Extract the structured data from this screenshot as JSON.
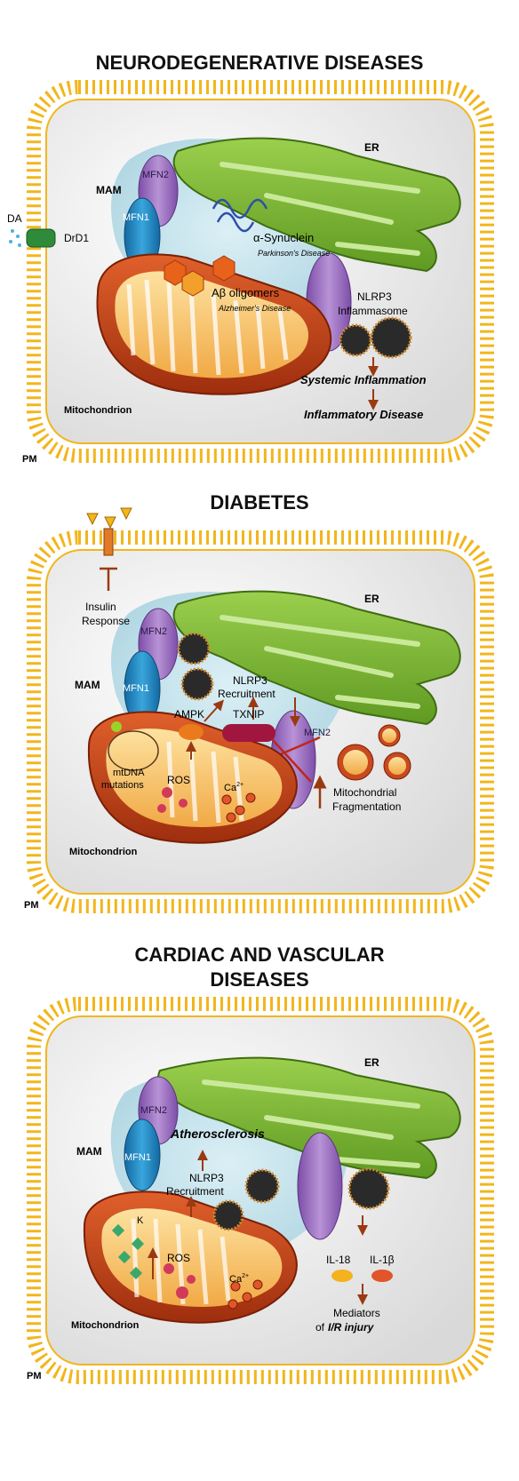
{
  "colors": {
    "membrane": "#f2b61c",
    "er": "#7fb53a",
    "mito": "#c84a1e",
    "mito_inner": "#f6c46b",
    "mfn_blue": "#1f8ac4",
    "mfn_purple": "#9b6cc0",
    "arrow": "#9a3a12",
    "cytoplasm": "#bde0ea"
  },
  "panels": [
    {
      "title": "NEURODEGENERATIVE DISEASES",
      "labels": {
        "er": "ER",
        "mam": "MAM",
        "mfn2": "MFN2",
        "mfn1": "MFN1",
        "da": "DA",
        "drd1": "DrD1",
        "synuclein": "α-Synuclein",
        "parkinsons": "Parkinson's Disease",
        "abeta": "Aβ oligomers",
        "alzheimers": "Alzheimer's Disease",
        "nlrp3": "NLRP3",
        "inflammasome": "Inflammasome",
        "systemic": "Systemic Inflammation",
        "inflammatory": "Inflammatory Disease",
        "mitochondrion": "Mitochondrion",
        "pm": "PM"
      }
    },
    {
      "title": "DIABETES",
      "labels": {
        "er": "ER",
        "mam": "MAM",
        "mfn2": "MFN2",
        "mfn1": "MFN1",
        "mfn2b": "MFN2",
        "insulin": "Insulin",
        "response": "Response",
        "nlrp3": "NLRP3",
        "recruitment": "Recruitment",
        "ampk": "AMPK",
        "txnip": "TXNIP",
        "mtdna": "mtDNA",
        "mutations": "mutations",
        "ros": "ROS",
        "ca": "Ca",
        "mitochondrial": "Mitochondrial",
        "fragmentation": "Fragmentation",
        "mitochondrion": "Mitochondrion",
        "pm": "PM"
      }
    },
    {
      "title_line1": "CARDIAC AND VASCULAR",
      "title_line2": "DISEASES",
      "labels": {
        "er": "ER",
        "mam": "MAM",
        "mfn2": "MFN2",
        "mfn1": "MFN1",
        "atherosclerosis": "Atherosclerosis",
        "nlrp3": "NLRP3",
        "recruitment": "Recruitment",
        "k": "K",
        "ros": "ROS",
        "ca": "Ca",
        "il18": "IL-18",
        "il1b": "IL-1β",
        "mediators": "Mediators",
        "ir_of": "of",
        "ir_injury": "I/R injury",
        "mitochondrion": "Mitochondrion",
        "pm": "PM"
      }
    }
  ]
}
